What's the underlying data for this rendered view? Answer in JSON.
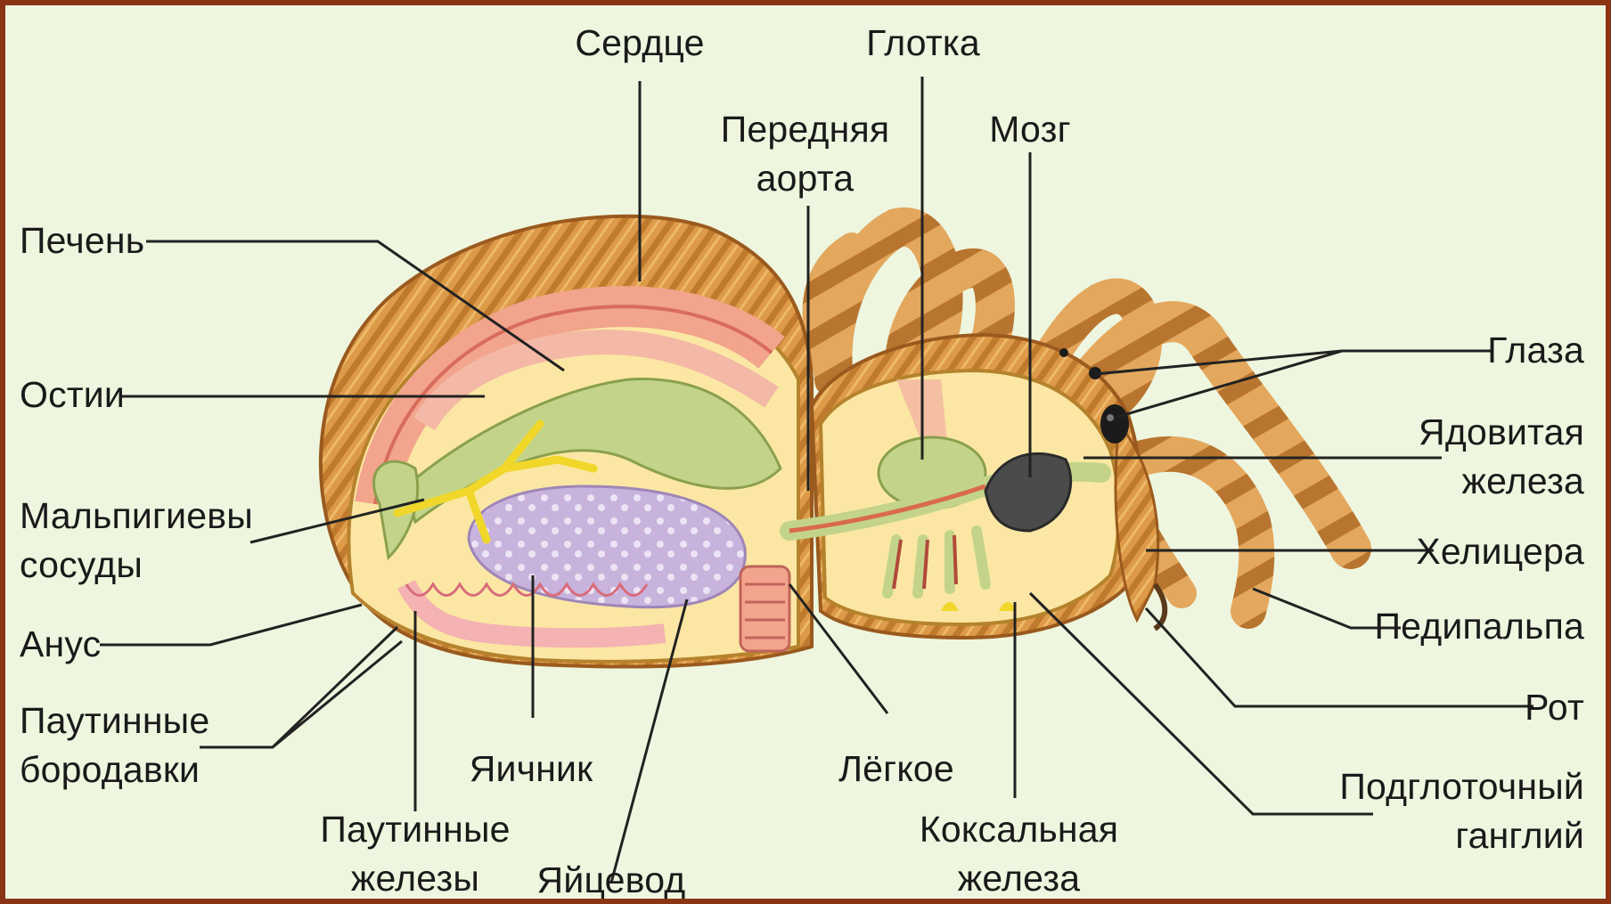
{
  "diagram": {
    "labels": {
      "serdtse": "Сердце",
      "glotka": "Глотка",
      "perednyaya_aorta": [
        "Передняя",
        "аорта"
      ],
      "mozg": "Мозг",
      "pechen": "Печень",
      "ostii": "Остии",
      "malpigievy": [
        "Мальпигиевы",
        "сосуды"
      ],
      "anus": "Анус",
      "pautinnye_borodavki": [
        "Паутинные",
        "бородавки"
      ],
      "pautinnye_zhelezy": [
        "Паутинные",
        "железы"
      ],
      "yaichnik": "Яичник",
      "yaytsevod": "Яйцевод",
      "legkoe": "Лёгкое",
      "koksalnaya": [
        "Коксальная",
        "железа"
      ],
      "glaza": "Глаза",
      "yadovitaya": [
        "Ядовитая",
        "железа"
      ],
      "helitsera": "Хелицера",
      "pedipalpa": "Педипальпа",
      "rot": "Рот",
      "podglotochny": [
        "Подглоточный",
        "ганглий"
      ]
    },
    "colors": {
      "background": "#eef6df",
      "border": "#8a3414",
      "body_interior": "#fbe7a3",
      "hair": "#d9913f",
      "intestine": "#c3d48a",
      "ovary": "#cbb8de",
      "heart": "#f2a48c",
      "nerve": "#f0d72a",
      "brain": "#4b4b4b"
    }
  }
}
